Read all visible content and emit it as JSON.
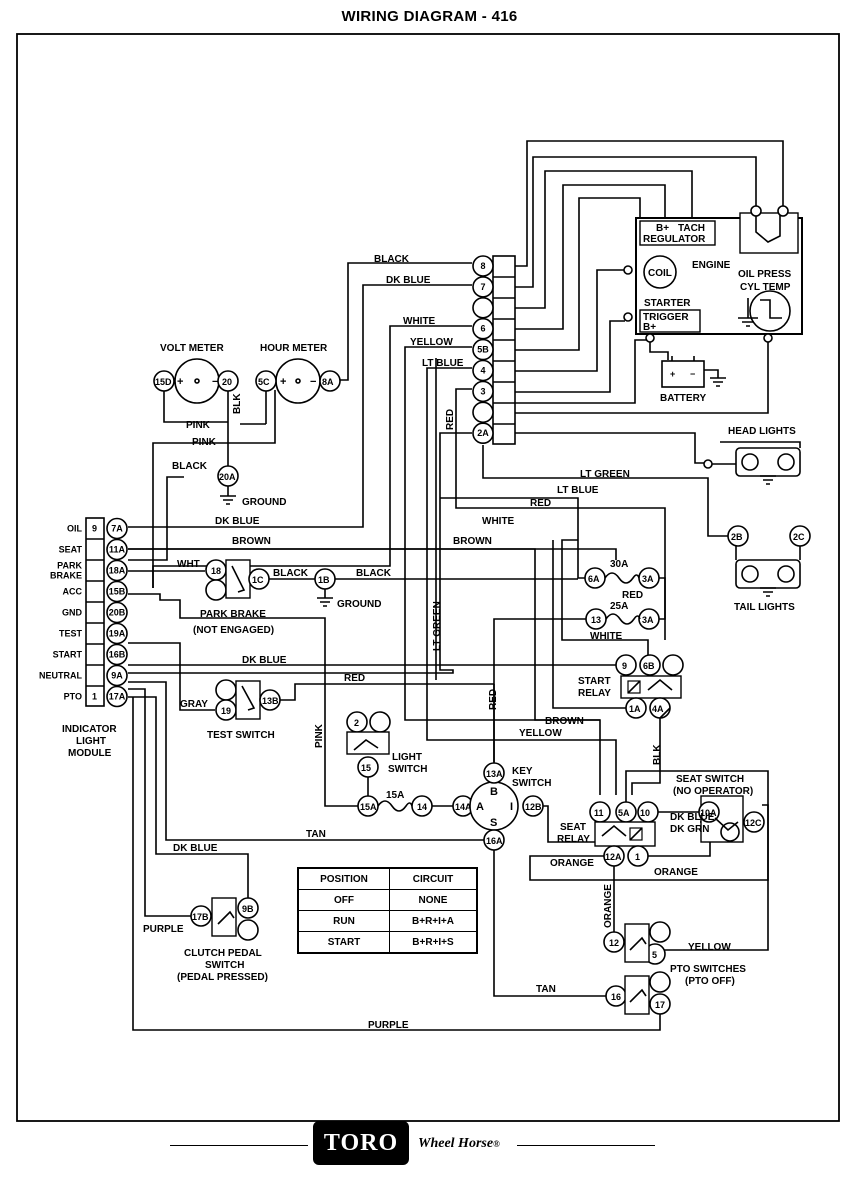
{
  "title": "WIRING DIAGRAM - 416",
  "brand": {
    "logo": "TORO",
    "product": "Wheel Horse",
    "mark": "®"
  },
  "components": {
    "volt_meter": "VOLT METER",
    "hour_meter": "HOUR METER",
    "regulator": "REGULATOR",
    "b_plus": "B+",
    "tach": "TACH",
    "coil": "COIL",
    "engine": "ENGINE",
    "oil_press": "OIL PRESS",
    "cyl_temp": "CYL TEMP",
    "starter": "STARTER",
    "trigger": "TRIGGER",
    "battery": "BATTERY",
    "head_lights": "HEAD LIGHTS",
    "tail_lights": "TAIL LIGHTS",
    "ground": "GROUND",
    "park_brake": "PARK BRAKE",
    "park_brake_state": "(NOT ENGAGED)",
    "test_switch": "TEST SWITCH",
    "light_switch": [
      "LIGHT",
      "SWITCH"
    ],
    "key_switch": [
      "KEY",
      "SWITCH"
    ],
    "start_relay": [
      "START",
      "RELAY"
    ],
    "seat_relay": [
      "SEAT",
      "RELAY"
    ],
    "seat_switch": [
      "SEAT SWITCH",
      "(NO OPERATOR)"
    ],
    "clutch_pedal_switch": [
      "CLUTCH PEDAL",
      "SWITCH",
      "(PEDAL PRESSED)"
    ],
    "pto_switches": [
      "PTO SWITCHES",
      "(PTO OFF)"
    ],
    "indicator_module": [
      "INDICATOR",
      "LIGHT",
      "MODULE"
    ],
    "fuse_30a": "30A",
    "fuse_25a": "25A",
    "fuse_15a": "15A"
  },
  "module_rows": [
    {
      "label": "OIL",
      "num": "9",
      "term": "7A"
    },
    {
      "label": "SEAT",
      "num": "",
      "term": "11A"
    },
    {
      "label": "PARK BRAKE",
      "num": "",
      "term": "18A"
    },
    {
      "label": "ACC",
      "num": "",
      "term": "15B"
    },
    {
      "label": "GND",
      "num": "",
      "term": "20B"
    },
    {
      "label": "TEST",
      "num": "",
      "term": "19A"
    },
    {
      "label": "START",
      "num": "",
      "term": "16B"
    },
    {
      "label": "NEUTRAL",
      "num": "",
      "term": "9A"
    },
    {
      "label": "PTO",
      "num": "1",
      "term": "17A"
    }
  ],
  "connector_pins": [
    "8",
    "7",
    "",
    "6",
    "5B",
    "4",
    "3",
    "",
    "2A"
  ],
  "terminals": [
    "15D",
    "20",
    "5C",
    "8A",
    "20A",
    "18",
    "1C",
    "1B",
    "19",
    "13B",
    "2",
    "15",
    "15A",
    "14",
    "14A",
    "13A",
    "12B",
    "16A",
    "11",
    "5A",
    "10",
    "10A",
    "12C",
    "12A",
    "1",
    "9",
    "6B",
    "1A",
    "4A",
    "6A",
    "3A",
    "13",
    "17B",
    "9B",
    "12",
    "5",
    "16",
    "17",
    "2B",
    "2C"
  ],
  "wire_colors": {
    "black": "BLACK",
    "dk_blue": "DK BLUE",
    "white": "WHITE",
    "yellow": "YELLOW",
    "lt_blue": "LT BLUE",
    "red": "RED",
    "pink": "PINK",
    "blk": "BLK",
    "brown": "BROWN",
    "wht": "WHT",
    "gray": "GRAY",
    "lt_green": "LT GREEN",
    "tan": "TAN",
    "purple": "PURPLE",
    "orange": "ORANGE",
    "dk_grn": "DK GRN"
  },
  "key_switch_pins": [
    "B",
    "A",
    "I",
    "S"
  ],
  "table": {
    "headers": [
      "POSITION",
      "CIRCUIT"
    ],
    "rows": [
      [
        "OFF",
        "NONE"
      ],
      [
        "RUN",
        "B+R+I+A"
      ],
      [
        "START",
        "B+R+I+S"
      ]
    ]
  }
}
